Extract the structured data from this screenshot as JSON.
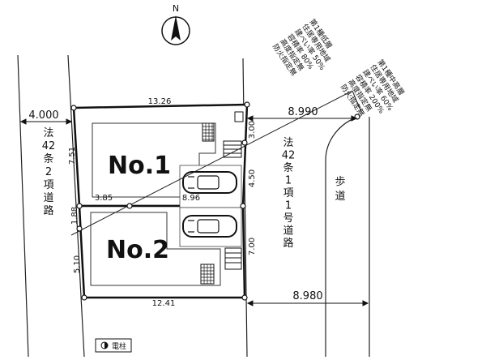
{
  "north": {
    "letter": "N"
  },
  "roads": {
    "left_road": {
      "width": "4.000",
      "name": [
        "法",
        "42",
        "条",
        "2",
        "項",
        "道",
        "路"
      ]
    },
    "right_road": {
      "width_top": "8.990",
      "width_bottom": "8.980",
      "name": [
        "法",
        "42",
        "条",
        "1",
        "項",
        "1",
        "号",
        "道",
        "路"
      ]
    },
    "sidewalk": [
      "歩",
      "道"
    ]
  },
  "zoning": {
    "left": [
      "第1種低層",
      "住居専用地域",
      "建ぺい率 50%",
      "容積率 80%",
      "高度指定無",
      "防火指定無"
    ],
    "right": [
      "第1種中高層",
      "住居専用地域",
      "建ぺい率 60%",
      "容積率 200%",
      "高度指定無",
      "防火指定無"
    ]
  },
  "lots": {
    "lot1": {
      "label": "No.1"
    },
    "lot2": {
      "label": "No.2"
    }
  },
  "dims": {
    "top": "13.26",
    "bottom": "12.41",
    "left_upper": "7.51",
    "left_mid": "1.88",
    "left_lower": "5.10",
    "right_upper": "3.00",
    "right_mid": "4.50",
    "right_lower": "7.00",
    "mid_left": "3.85",
    "mid_right": "8.96"
  },
  "legend": {
    "pole": "電柱"
  }
}
